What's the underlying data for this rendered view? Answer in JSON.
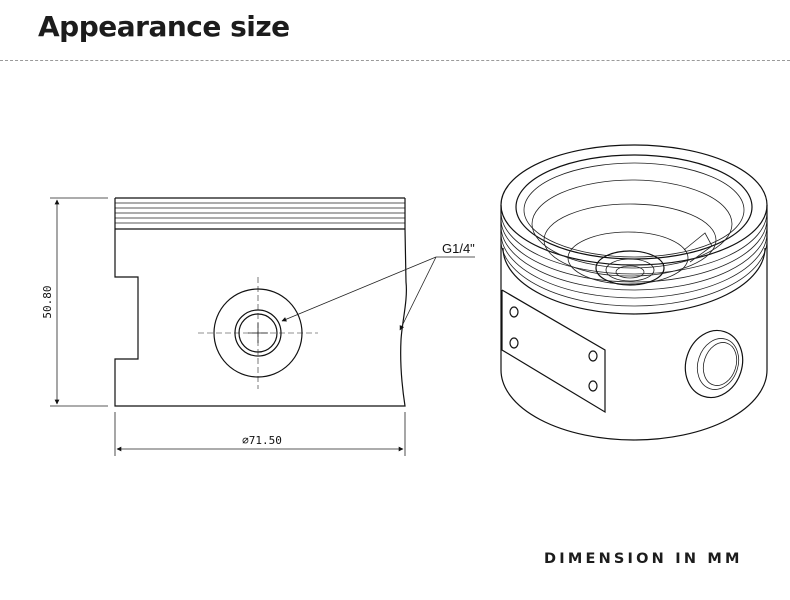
{
  "title": "Appearance size",
  "footer": "DIMENSION IN MM",
  "dimensions": {
    "height": "50.80",
    "diameter": "∅71.50",
    "port": "G1/4\""
  }
}
